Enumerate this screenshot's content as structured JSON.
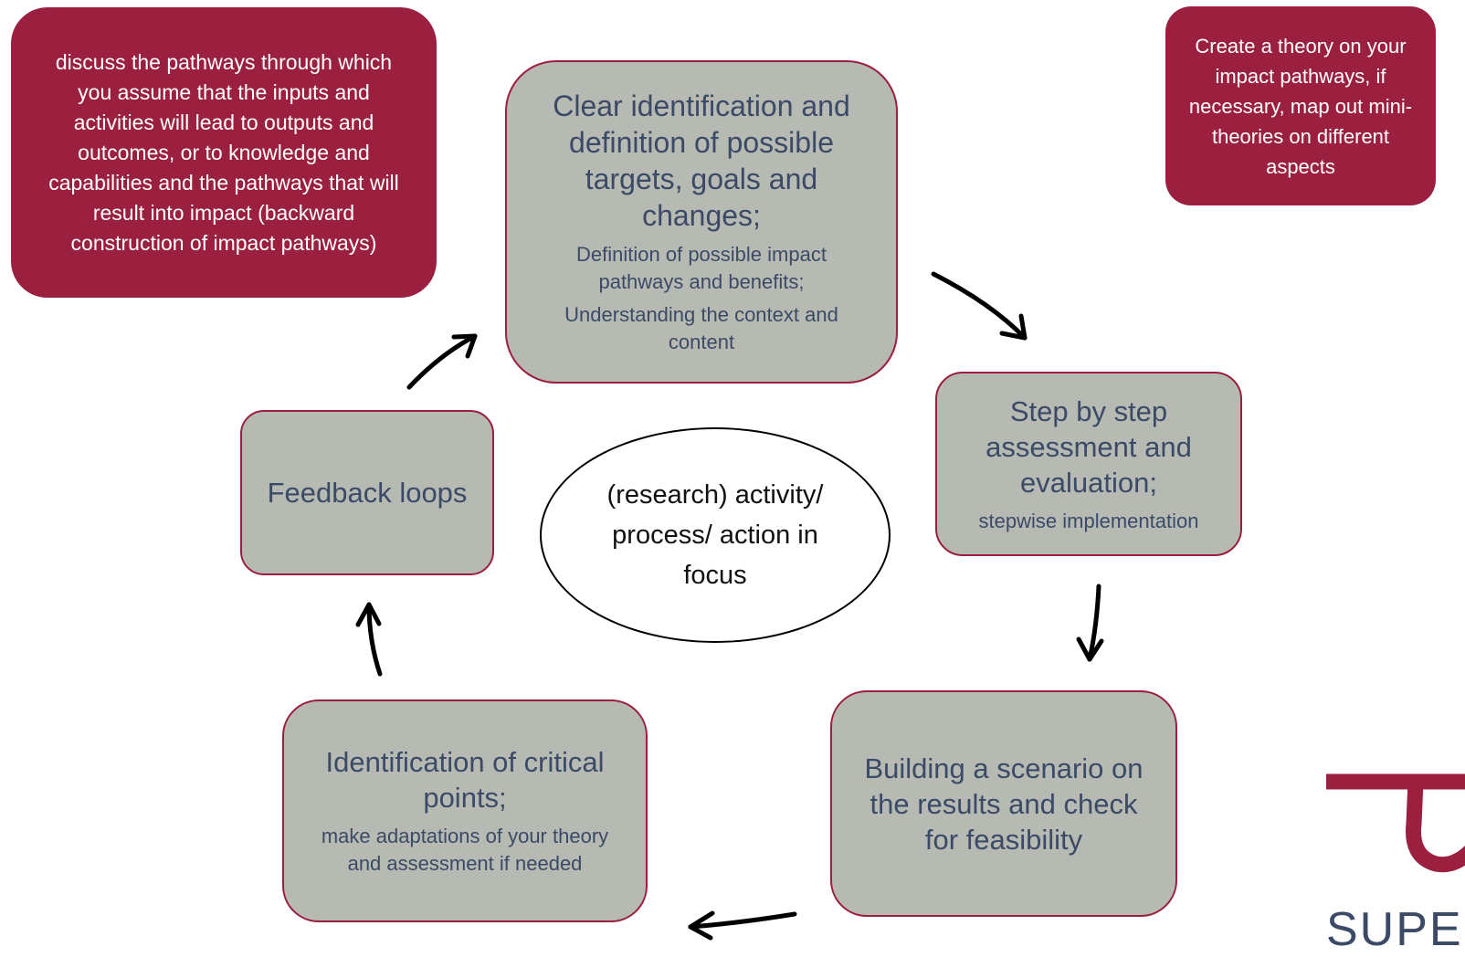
{
  "notes": {
    "left": "discuss the pathways through which you assume that the inputs and activities will lead to outputs and outcomes, or to knowledge and capabilities and the pathways that will result into impact (backward construction of impact pathways)",
    "right": "Create a theory on your impact pathways, if necessary, map out mini-theories on different aspects"
  },
  "steps": {
    "top": {
      "main": "Clear identification and definition of possible targets, goals and changes;",
      "sub1": "Definition of possible impact pathways and benefits;",
      "sub2": "Understanding the context and content"
    },
    "right": {
      "main": "Step by step assessment and evaluation;",
      "sub": "stepwise implementation"
    },
    "bottom_right": {
      "main": "Building a scenario on the results and check for feasibility"
    },
    "bottom_left": {
      "main": "Identification of critical points;",
      "sub": "make adaptations of your theory and assessment if needed"
    },
    "left": {
      "main": "Feedback loops"
    }
  },
  "center": "(research) activity/ process/ action in focus",
  "logo": {
    "text": "SUPER",
    "color": "#9b1f3f"
  },
  "colors": {
    "note_bg": "#9b1f3f",
    "step_bg": "#b6bab2",
    "step_text": "#3b4a66"
  }
}
